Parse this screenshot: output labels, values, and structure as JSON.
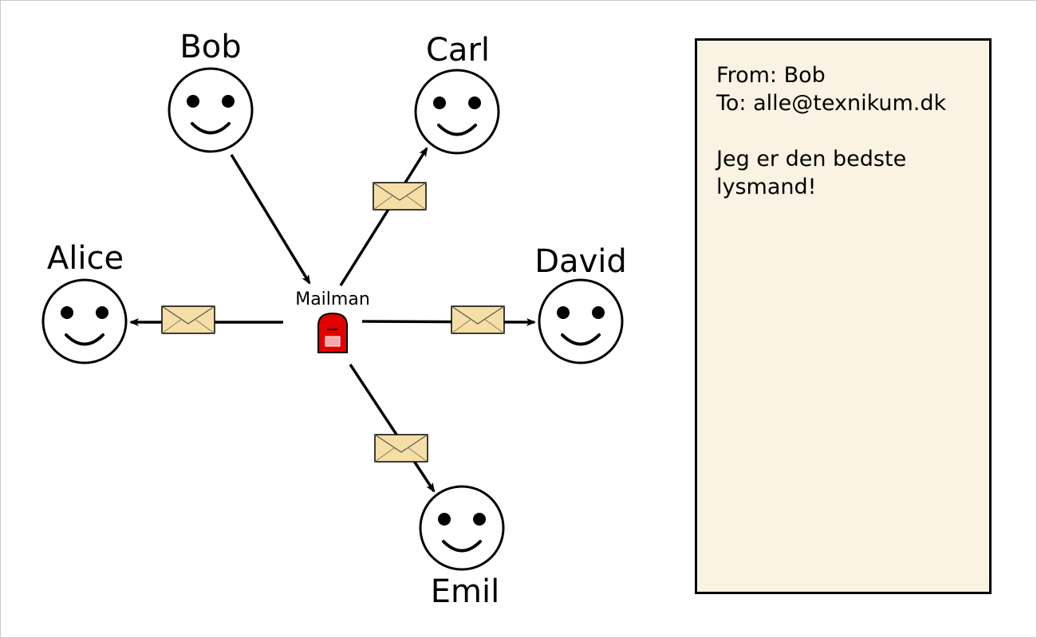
{
  "people": {
    "bob": "Bob",
    "carl": "Carl",
    "alice": "Alice",
    "david": "David",
    "emil": "Emil"
  },
  "mailman": "Mailman",
  "email": {
    "from": "From: Bob",
    "to": "To: alle@texnikum.dk",
    "body_line1": "Jeg er den bedste",
    "body_line2": "lysmand!"
  },
  "colors": {
    "envelope": "#f5dfa6",
    "mailbox": "#e30000",
    "note_background": "#faf3e3"
  },
  "icons": [
    "smiley-face-icon",
    "envelope-icon",
    "mailbox-icon",
    "arrow-icon"
  ]
}
